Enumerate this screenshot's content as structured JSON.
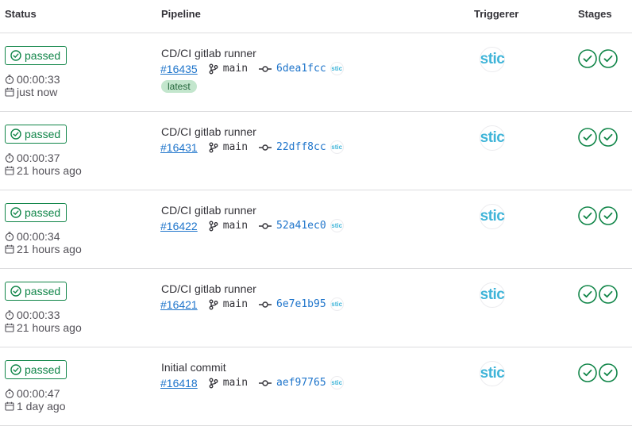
{
  "headers": {
    "status": "Status",
    "pipeline": "Pipeline",
    "triggerer": "Triggerer",
    "stages": "Stages"
  },
  "colors": {
    "success": "#108548",
    "link": "#1f75cb",
    "avatar": "#3fb4d8"
  },
  "rows": [
    {
      "status": "passed",
      "duration": "00:00:33",
      "finished": "just now",
      "title": "CD/CI gitlab runner",
      "id": "#16435",
      "branch": "main",
      "sha": "6dea1fcc",
      "latest": "latest",
      "avatar_text": "stic",
      "avatar_mini": "stic"
    },
    {
      "status": "passed",
      "duration": "00:00:37",
      "finished": "21 hours ago",
      "title": "CD/CI gitlab runner",
      "id": "#16431",
      "branch": "main",
      "sha": "22dff8cc",
      "avatar_text": "stic",
      "avatar_mini": "stic"
    },
    {
      "status": "passed",
      "duration": "00:00:34",
      "finished": "21 hours ago",
      "title": "CD/CI gitlab runner",
      "id": "#16422",
      "branch": "main",
      "sha": "52a41ec0",
      "avatar_text": "stic",
      "avatar_mini": "stic"
    },
    {
      "status": "passed",
      "duration": "00:00:33",
      "finished": "21 hours ago",
      "title": "CD/CI gitlab runner",
      "id": "#16421",
      "branch": "main",
      "sha": "6e7e1b95",
      "avatar_text": "stic",
      "avatar_mini": "stic"
    },
    {
      "status": "passed",
      "duration": "00:00:47",
      "finished": "1 day ago",
      "title": "Initial commit",
      "id": "#16418",
      "branch": "main",
      "sha": "aef97765",
      "avatar_text": "stic",
      "avatar_mini": "stic"
    }
  ]
}
